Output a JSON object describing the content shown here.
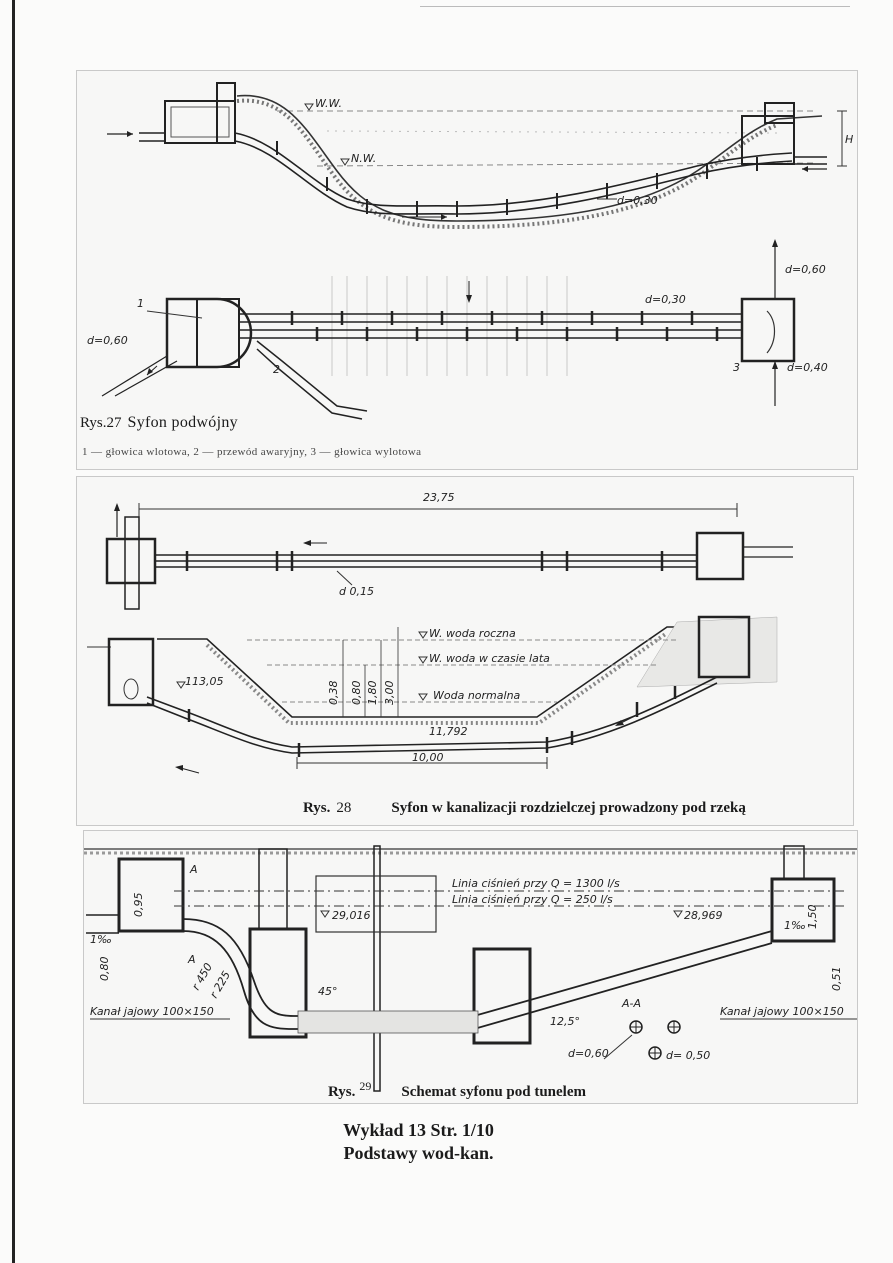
{
  "figures": [
    {
      "number": "Rys.27",
      "title": "Syfon podwójny",
      "legend": "1 — głowica wlotowa, 2 — przewód awaryjny, 3 — głowica wylotowa",
      "labels": {
        "ww": "W.W.",
        "nw": "N.W.",
        "h": "H",
        "d030_a": "d=0,30",
        "d030_b": "d=0,30",
        "d060_a": "d=0,60",
        "d060_b": "d=0,60",
        "d040": "d=0,40",
        "n1": "1",
        "n2": "2",
        "n3": "3"
      }
    },
    {
      "number": "Rys.",
      "num_value": "28",
      "title": "Syfon w kanalizacji rozdzielczej prowadzony pod rzeką",
      "labels": {
        "len": "23,75",
        "d015": "d 0,15",
        "w_roczna": "W. woda roczna",
        "w_lato": "W. woda w czasie lata",
        "w_norm": "Woda normalna",
        "lvl": "113,05",
        "l3": "11,792",
        "l4": "10,00",
        "v038": "0,38",
        "v080": "0,80",
        "v180": "1,80",
        "v300": "3,00"
      }
    },
    {
      "number": "Rys.",
      "num_value": "29",
      "title": "Schemat syfonu pod tunelem",
      "labels": {
        "line1": "Linia ciśnień przy Q = 1300 l/s",
        "line2": "Linia ciśnień przy Q = 250 l/s",
        "lvl1": "29,016",
        "lvl2": "28,969",
        "kanal_l": "Kanał jajowy 100×150",
        "kanal_r": "Kanał jajowy 100×150",
        "aa": "A-A",
        "a1": "A",
        "a2": "A",
        "d060": "d=0,60",
        "d050": "d= 0,50",
        "angle45": "45°",
        "angle125": "12,5°",
        "r450": "r 450",
        "r225": "r 225",
        "s1": "1‰",
        "s2": "1‰",
        "v095": "0,95",
        "v080": "0,80",
        "v150": "1,50",
        "v051": "0,51"
      }
    }
  ],
  "footer": {
    "line1": "Wykład 13 Str. 1/10",
    "line2": "Podstawy wod-kan."
  }
}
